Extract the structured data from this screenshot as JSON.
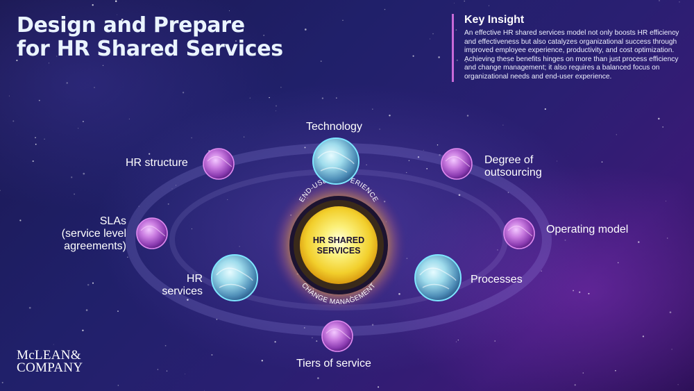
{
  "title": {
    "line1": "Design and Prepare",
    "line2": "for HR Shared Services"
  },
  "insight": {
    "heading": "Key Insight",
    "body": "An effective HR shared services model not only boosts HR efficiency and effectiveness but also catalyzes organizational success through improved employee experience, productivity, and cost optimization. Achieving these benefits hinges on more than just process efficiency and change management; it also requires a balanced focus on organizational needs and end-user experience."
  },
  "center": {
    "line1": "HR SHARED",
    "line2": "SERVICES",
    "top_arc": "END-USER EXPERIENCE",
    "bottom_arc": "CHANGE MANAGEMENT",
    "color": "#f7e04a"
  },
  "nodes": {
    "technology": {
      "label": "Technology",
      "style": "cyan"
    },
    "hr_structure": {
      "label": "HR structure",
      "style": "magenta"
    },
    "outsourcing": {
      "line1": "Degree of",
      "line2": "outsourcing",
      "style": "magenta"
    },
    "slas": {
      "line1": "SLAs",
      "line2": "(service level",
      "line3": "agreements)",
      "style": "magenta"
    },
    "operating_model": {
      "label": "Operating model",
      "style": "magenta"
    },
    "hr_services": {
      "line1": "HR",
      "line2": "services",
      "style": "cyan"
    },
    "processes": {
      "label": "Processes",
      "style": "cyan"
    },
    "tiers": {
      "label": "Tiers of service",
      "style": "magenta"
    }
  },
  "colors": {
    "accent_bar": "#c86ad8",
    "cyan_orb": "#6fd6ee",
    "magenta_orb": "#c24fd0"
  },
  "logo": {
    "line1": "McLEAN&",
    "line2": "COMPANY"
  }
}
